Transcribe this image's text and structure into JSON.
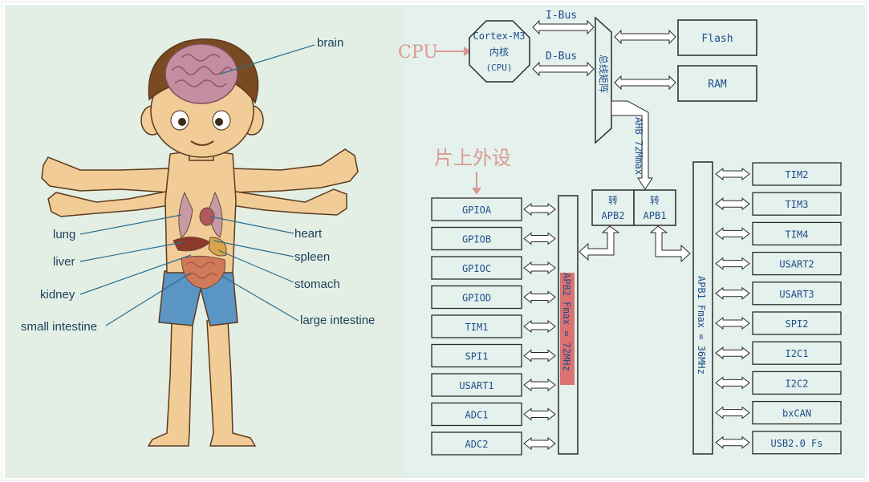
{
  "anatomy": {
    "labels": {
      "brain": "brain",
      "lung": "lung",
      "liver": "liver",
      "kidney": "kidney",
      "small_intestine": "small intestine",
      "heart": "heart",
      "spleen": "spleen",
      "stomach": "stomach",
      "large_intestine": "large intestine"
    }
  },
  "bus": {
    "cpu_annotation": "CPU",
    "core_line1": "Cortex-M3",
    "core_line2": "内核",
    "core_line3": "(CPU)",
    "ibus": "I-Bus",
    "dbus": "D-Bus",
    "matrix": "总线矩阵",
    "flash": "Flash",
    "ram": "RAM",
    "ahb": "AHB 72Mmax",
    "periph_annotation": "片上外设",
    "bridge2_top": "转",
    "bridge2_bottom": "APB2",
    "bridge1_top": "转",
    "bridge1_bottom": "APB1",
    "apb2_bus": "APB2 Fmax = 72MHz",
    "apb1_bus": "APB1 Fmax = 36MHz",
    "apb2_peripherals": [
      "GPIOA",
      "GPIOB",
      "GPIOC",
      "GPIOD",
      "TIM1",
      "SPI1",
      "USART1",
      "ADC1",
      "ADC2"
    ],
    "apb1_peripherals": [
      "TIM2",
      "TIM3",
      "TIM4",
      "USART2",
      "USART3",
      "SPI2",
      "I2C1",
      "I2C2",
      "bxCAN",
      "USB2.0 Fs"
    ]
  }
}
